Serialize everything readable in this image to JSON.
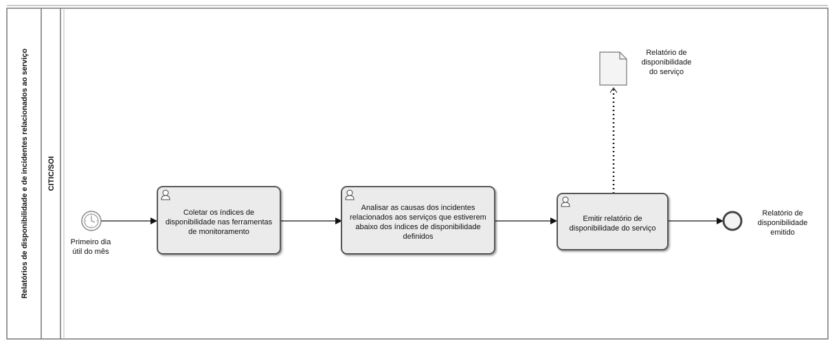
{
  "pool": {
    "label": "Relatórios de disponibilidade e de incidentes relacionados ao serviço",
    "lane": "CITIC/SOI"
  },
  "diagram": {
    "start_event": {
      "label_line1": "Primeiro dia",
      "label_line2": "útil do mês"
    },
    "tasks": [
      {
        "label": "Coletar os índices de disponibilidade nas ferramentas de monitoramento",
        "icon": "user-icon"
      },
      {
        "label": "Analisar as causas dos incidentes relacionados aos serviços que estiverem abaixo dos índices de disponibilidade definidos",
        "icon": "user-icon"
      },
      {
        "label": "Emitir relatório de disponibilidade do serviço",
        "icon": "user-icon"
      }
    ],
    "data_object": {
      "label_line1": "Relatório de",
      "label_line2": "disponibilidade",
      "label_line3": "do serviço"
    },
    "end_event": {
      "label_line1": "Relatório de",
      "label_line2": "disponibilidade",
      "label_line3": "emitido"
    }
  },
  "colors": {
    "task_fill": "#ebebeb",
    "task_stroke": "#555555",
    "line": "#111111"
  }
}
